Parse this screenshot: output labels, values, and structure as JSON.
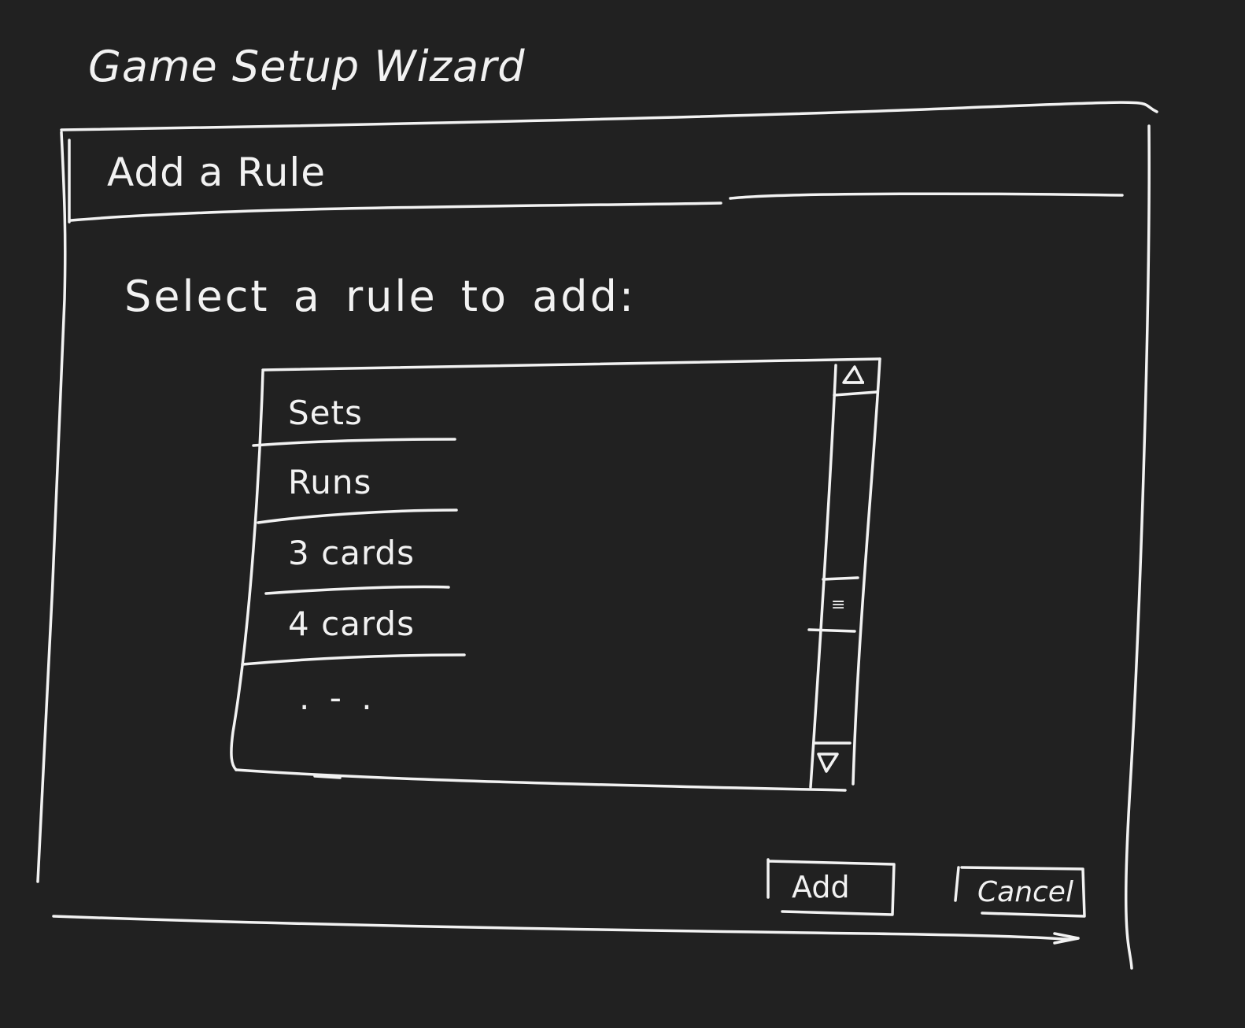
{
  "app": {
    "title": "Game Setup Wizard"
  },
  "dialog": {
    "title": "Add a Rule",
    "prompt": "Select a rule to add:"
  },
  "rule_list": {
    "items": [
      {
        "label": "Sets"
      },
      {
        "label": "Runs"
      },
      {
        "label": "3 cards"
      },
      {
        "label": "4 cards"
      }
    ],
    "more_indicator": ". - ."
  },
  "scrollbar": {
    "up_icon": "triangle-up-icon",
    "down_icon": "triangle-down-icon",
    "thumb_grip": "≡"
  },
  "buttons": {
    "add_label": "Add",
    "cancel_label": "Cancel"
  },
  "colors": {
    "background": "#212121",
    "ink": "#f2f2f2"
  }
}
